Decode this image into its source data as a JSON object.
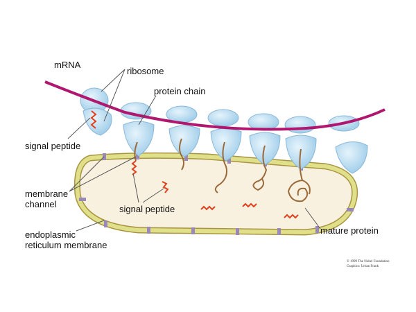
{
  "labels": {
    "mrna": "mRNA",
    "ribosome": "ribosome",
    "protein_chain": "protein chain",
    "signal_peptide_left": "signal peptide",
    "membrane_channel": [
      "membrane",
      "channel"
    ],
    "signal_peptide_center": "signal peptide",
    "er_membrane": [
      "endoplasmic",
      "reticulum membrane"
    ],
    "mature_protein": "mature protein"
  },
  "credit": [
    "© 1999 The Nobel Foundation",
    "Graphics: Urban Frank"
  ],
  "colors": {
    "mrna": "#b0176e",
    "ribosome": "#bfe0f4",
    "membrane": "#e0e08a",
    "lumen": "#f8f1e0",
    "signal_peptide": "#e0401c",
    "chain": "#9a6a3a"
  }
}
